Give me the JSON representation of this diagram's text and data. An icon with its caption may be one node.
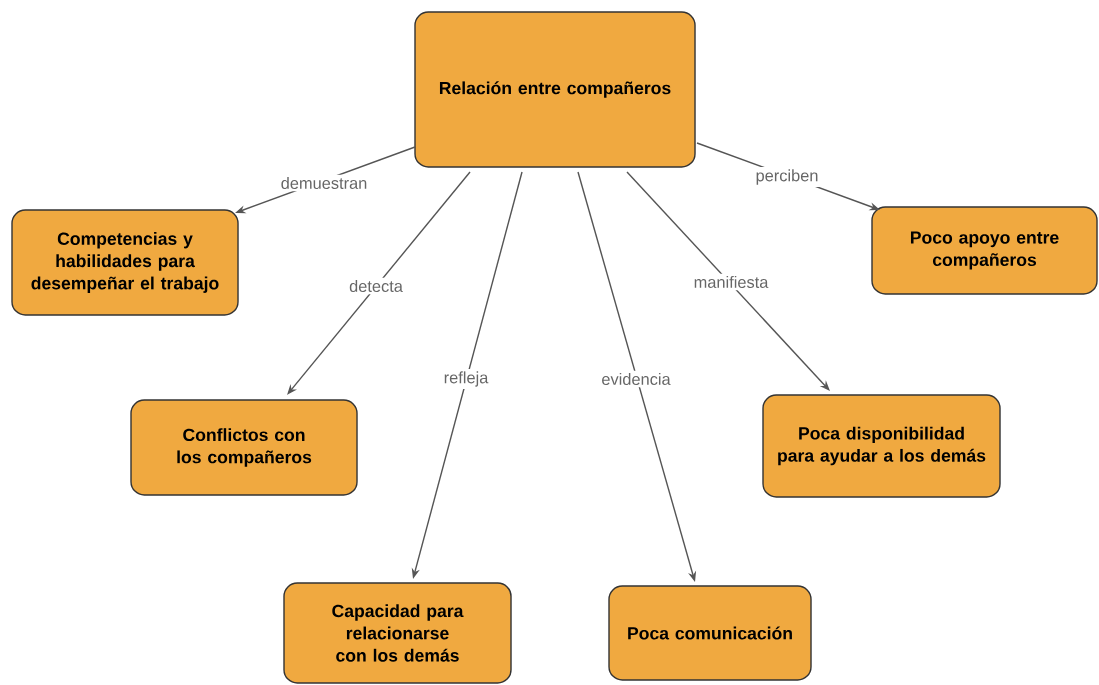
{
  "diagram": {
    "nodes": [
      {
        "text": [
          "Relación entre compañeros"
        ]
      },
      {
        "text": [
          "Competencias y habilidades para desempeñar el trabajo"
        ]
      },
      {
        "text": [
          "Conflictos con los compañeros"
        ]
      },
      {
        "text": [
          "Capacidad para relacionarse con los demás"
        ]
      },
      {
        "text": [
          "Poca comunicación"
        ]
      },
      {
        "text": [
          "Poca disponibilidad para ayudar a los demás"
        ]
      },
      {
        "text": [
          "Poco apoyo entre compañeros"
        ]
      }
    ],
    "edges": [
      {
        "from": 0,
        "to": 1,
        "arrow": "to",
        "label": "demuestran"
      },
      {
        "from": 0,
        "to": 2,
        "arrow": "to",
        "label": "detecta"
      },
      {
        "from": 0,
        "to": 3,
        "arrow": "to",
        "label": "refleja"
      },
      {
        "from": 0,
        "to": 4,
        "arrow": "to",
        "label": "evidencia"
      },
      {
        "from": 0,
        "to": 5,
        "arrow": "to",
        "label": "manifiesta"
      },
      {
        "from": 0,
        "to": 6,
        "arrow": "to",
        "label": "perciben"
      }
    ]
  }
}
